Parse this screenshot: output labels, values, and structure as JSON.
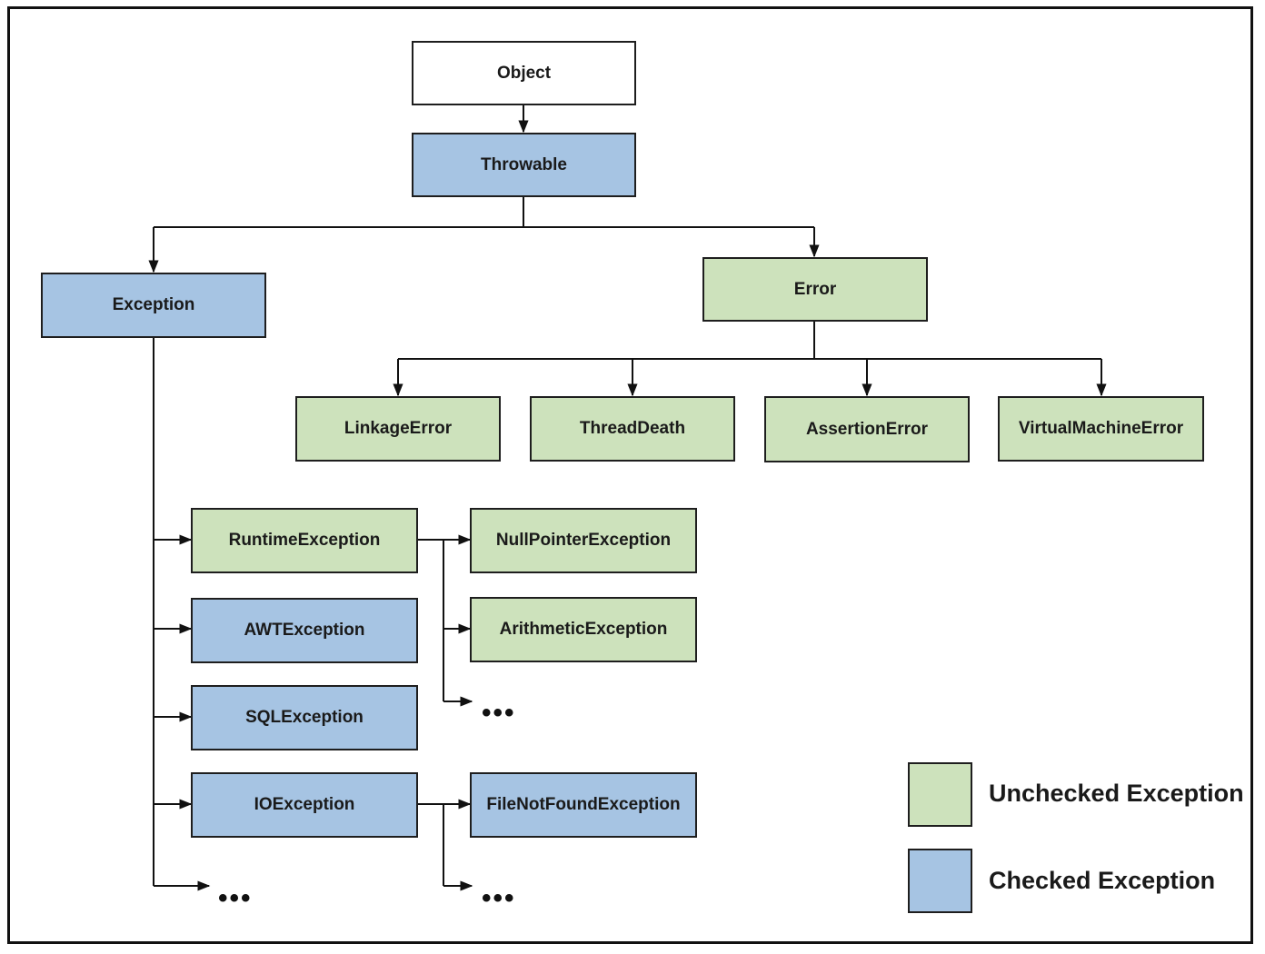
{
  "nodes": {
    "object": "Object",
    "throwable": "Throwable",
    "exception": "Exception",
    "error": "Error",
    "linkage_error": "LinkageError",
    "thread_death": "ThreadDeath",
    "assertion_error": "AssertionError",
    "virtual_machine_error": "VirtualMachineError",
    "runtime_exception": "RuntimeException",
    "awt_exception": "AWTException",
    "sql_exception": "SQLException",
    "io_exception": "IOException",
    "null_pointer_exception": "NullPointerException",
    "arithmetic_exception": "ArithmeticException",
    "file_not_found_exception": "FileNotFoundException"
  },
  "ellipsis": "•••",
  "legend": {
    "unchecked": {
      "label": "Unchecked Exception",
      "color": "#cde2bc"
    },
    "checked": {
      "label": "Checked Exception",
      "color": "#a6c4e3"
    }
  },
  "colors": {
    "checked": "#a6c4e3",
    "unchecked": "#cde2bc",
    "root": "#ffffff"
  }
}
